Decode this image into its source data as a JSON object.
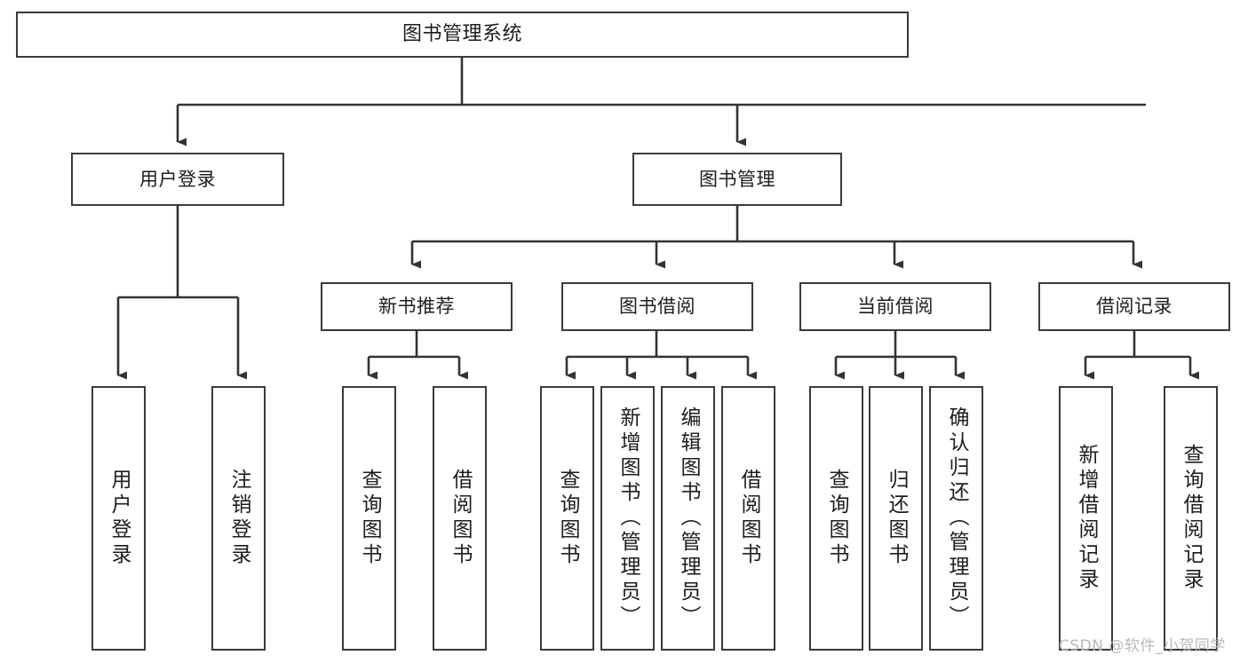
{
  "diagram": {
    "type": "tree-hierarchy-chart",
    "title": "图书管理系统",
    "colors": {
      "box_border": "#3a3a3a",
      "box_fill": "#ffffff",
      "connector": "#333333",
      "text": "#1d1d1d",
      "watermark": "#b9b9b9",
      "background": "#ffffff"
    },
    "root": {
      "label": "图书管理系统"
    },
    "level2": [
      {
        "label": "用户登录"
      },
      {
        "label": "图书管理"
      }
    ],
    "level3": [
      {
        "label": "新书推荐"
      },
      {
        "label": "图书借阅"
      },
      {
        "label": "当前借阅"
      },
      {
        "label": "借阅记录"
      }
    ],
    "leaves": {
      "user_login": [
        {
          "label": "用户登录"
        },
        {
          "label": "注销登录"
        }
      ],
      "new_book_recommend": [
        {
          "label": "查询图书"
        },
        {
          "label": "借阅图书"
        }
      ],
      "book_borrow": [
        {
          "label": "查询图书"
        },
        {
          "label": "新增图书（管理员）"
        },
        {
          "label": "编辑图书（管理员）"
        },
        {
          "label": "借阅图书"
        }
      ],
      "current_borrow": [
        {
          "label": "查询图书"
        },
        {
          "label": "归还图书"
        },
        {
          "label": "确认归还（管理员）"
        }
      ],
      "borrow_record": [
        {
          "label": "新增借阅记录"
        },
        {
          "label": "查询借阅记录"
        }
      ]
    }
  },
  "watermark": {
    "text": "CSDN @软件_小贺同学"
  }
}
